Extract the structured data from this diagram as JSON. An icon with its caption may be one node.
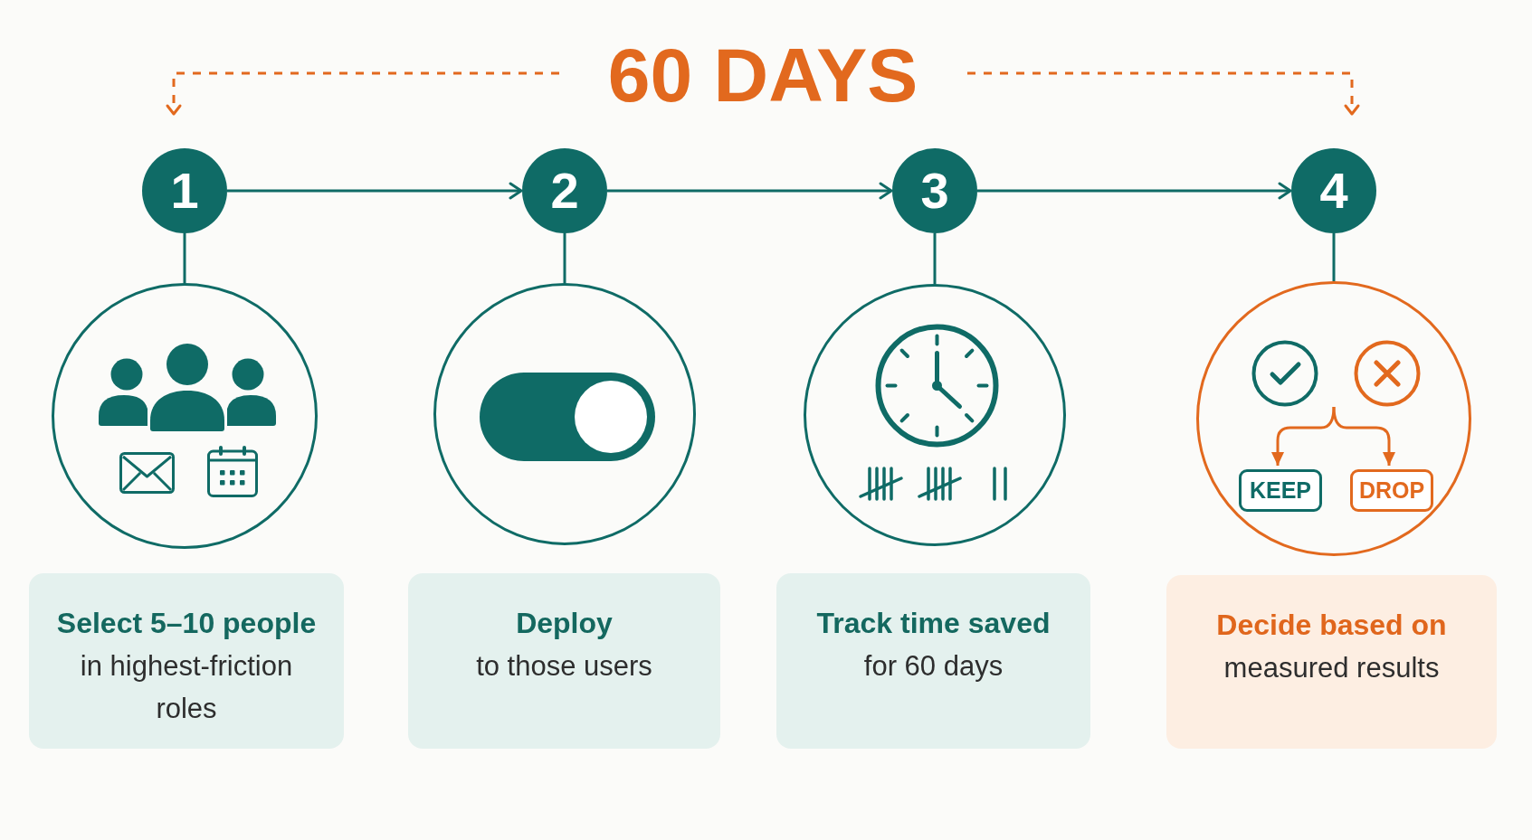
{
  "diagram": {
    "title": "60 DAYS",
    "nodes": [
      {
        "text": [
          "1"
        ]
      },
      {
        "text": [
          "2"
        ]
      },
      {
        "text": [
          "3"
        ]
      },
      {
        "text": [
          "4"
        ]
      },
      {
        "text": [],
        "shape": "circle"
      },
      {
        "text": [],
        "shape": "circle"
      },
      {
        "text": [],
        "shape": "circle"
      },
      {
        "text": [],
        "shape": "circle"
      },
      {
        "text": [
          "KEEP"
        ],
        "in": 7
      },
      {
        "text": [
          "DROP"
        ],
        "in": 7
      },
      {
        "text": [
          "Select 5–10 people",
          "in highest-friction roles"
        ]
      },
      {
        "text": [
          "Deploy",
          "to those users"
        ]
      },
      {
        "text": [
          "Track time saved",
          "for 60 days"
        ]
      },
      {
        "text": [
          "Decide based on",
          "measured results"
        ]
      }
    ],
    "edges": [
      {
        "from": 0,
        "to": 1,
        "arrow": "to"
      },
      {
        "from": 1,
        "to": 2,
        "arrow": "to"
      },
      {
        "from": 2,
        "to": 3,
        "arrow": "to"
      },
      {
        "from": 0,
        "to": 4,
        "arrow": "none"
      },
      {
        "from": 1,
        "to": 5,
        "arrow": "none"
      },
      {
        "from": 2,
        "to": 6,
        "arrow": "none"
      },
      {
        "from": 3,
        "to": 7,
        "arrow": "none"
      },
      {
        "from": null,
        "to": 8,
        "arrow": "to",
        "color": "#e2691e"
      },
      {
        "from": null,
        "to": 9,
        "arrow": "to",
        "color": "#e2691e"
      }
    ]
  }
}
